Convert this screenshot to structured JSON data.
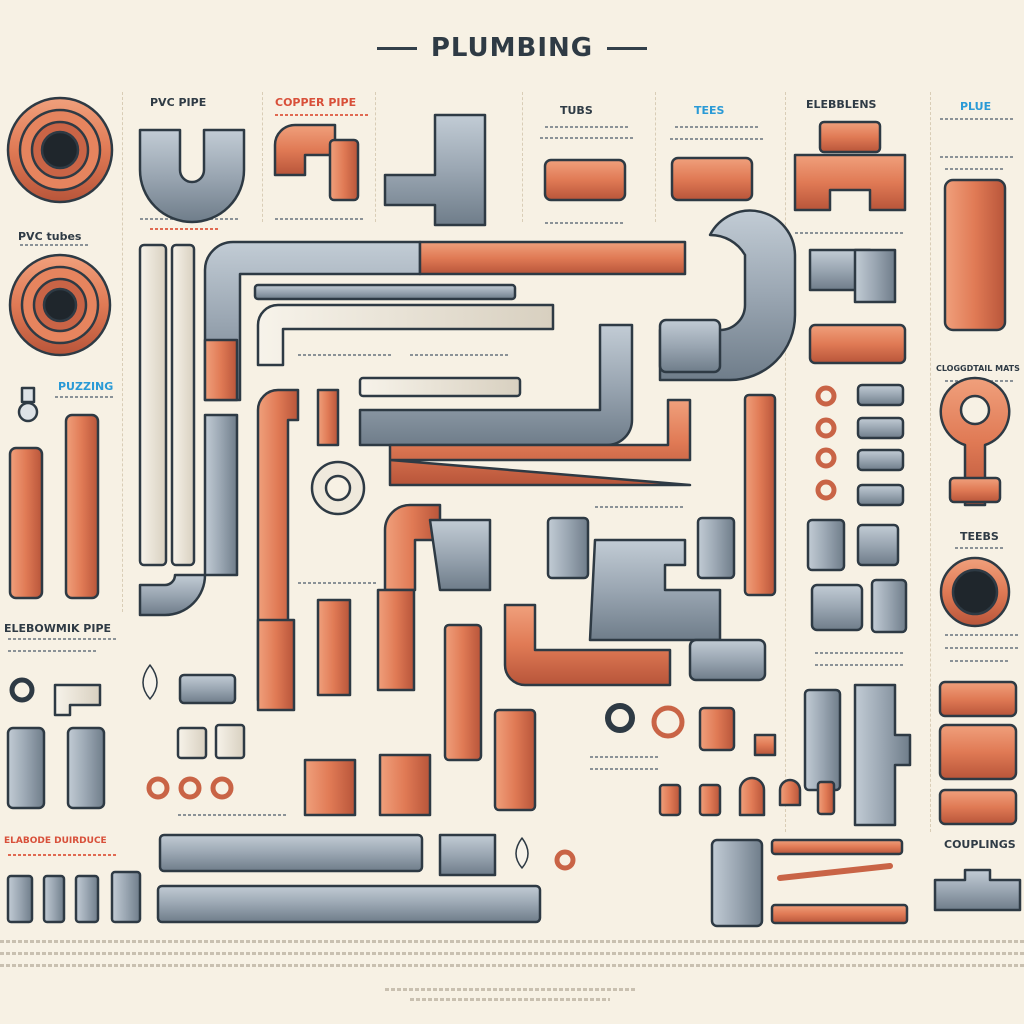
{
  "title": "PLUMBING",
  "labels": {
    "pvc_pipe": "PVC PIPE",
    "copper_pipe": "COPPER PIPE",
    "tubs": "TUBS",
    "tees_top": "TEES",
    "elbows": "ELEBBLENS",
    "flue": "PLUE",
    "pvc_tubes": "PVC tubes",
    "puzzing": "PUZZING",
    "elbow_pipe": "ELEBOWMIK PIPE",
    "tees_right": "TEEBS",
    "couplings": "COUPLINGS",
    "cloged": "CLOGGDTAIL MATS",
    "bottom_left": "ELABODE DUIRDUCE"
  },
  "colors": {
    "copper": "#e07a55",
    "copper_dark": "#b8553a",
    "pvc": "#9aa6b2",
    "pvc_dark": "#6f7d8a",
    "cream": "#efe9dc",
    "outline": "#2e3a44",
    "background": "#f7f1e4"
  }
}
